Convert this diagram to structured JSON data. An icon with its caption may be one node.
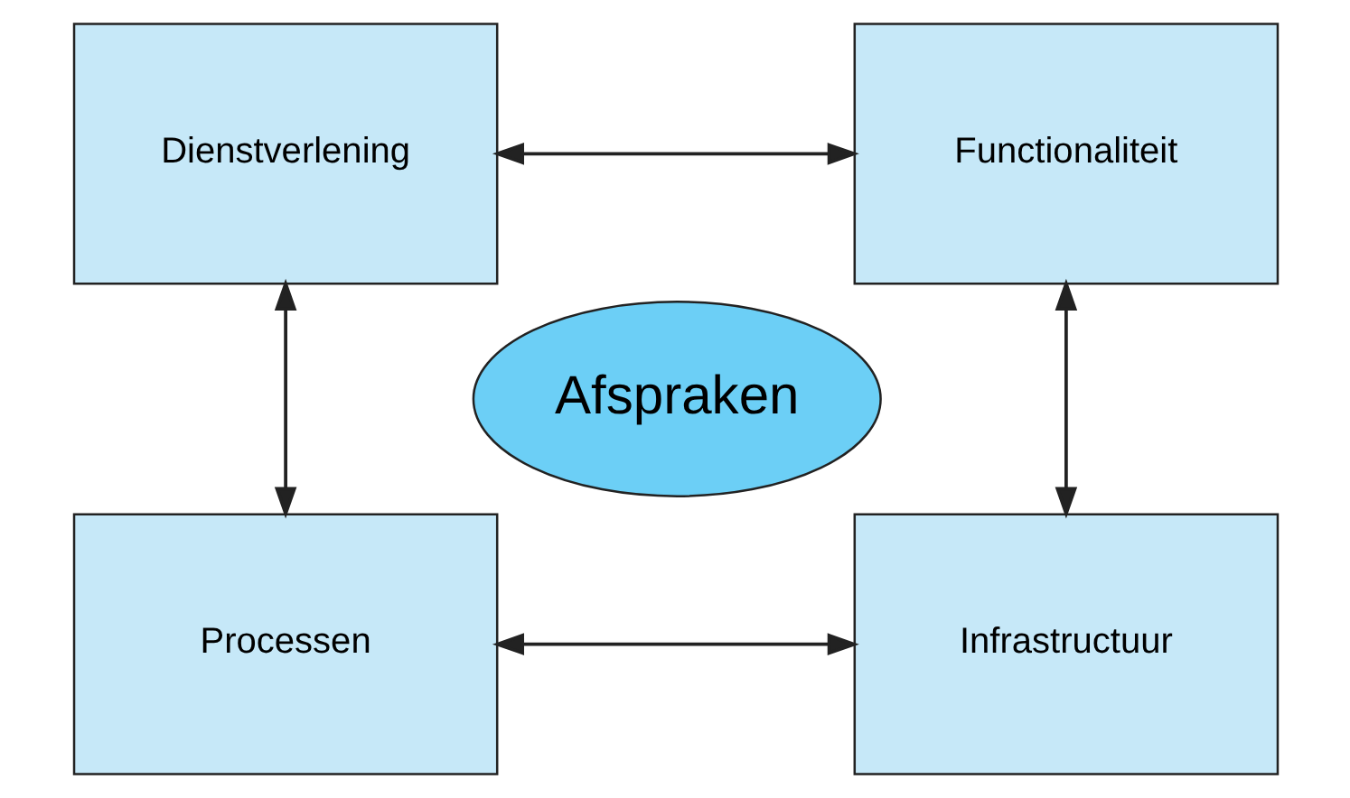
{
  "diagram": {
    "nodes": [
      {
        "text": [
          "Dienstverlening"
        ]
      },
      {
        "text": [
          "Functionaliteit"
        ]
      },
      {
        "text": [
          "Afspraken"
        ]
      },
      {
        "text": [
          "Processen"
        ]
      },
      {
        "text": [
          "Infrastructuur"
        ]
      }
    ],
    "edges": [
      {
        "from": 0,
        "to": 1,
        "arrow": "both"
      },
      {
        "from": 0,
        "to": 3,
        "arrow": "both"
      },
      {
        "from": 1,
        "to": 4,
        "arrow": "both"
      },
      {
        "from": 3,
        "to": 4,
        "arrow": "both"
      }
    ]
  }
}
